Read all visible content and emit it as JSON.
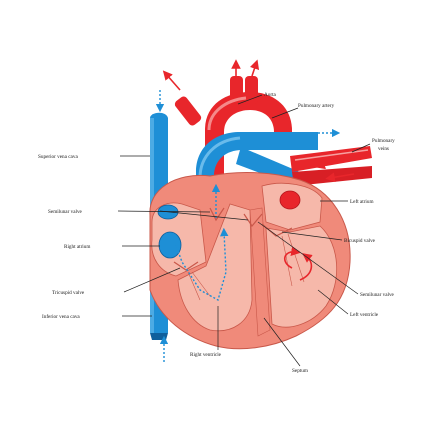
{
  "labels": {
    "aorta": "Aorta",
    "pulmonary_artery": "Pulmonary artery",
    "pulmonary_veins_line1": "Pulmonary",
    "pulmonary_veins_line2": "veins",
    "superior_vena_cava": "Superior vena cava",
    "left_atrium": "Left atrium",
    "semilunar_valve_left": "Semilunar valve",
    "bicuspid_valve": "Bicuspid valve",
    "right_atrium": "Right atrium",
    "tricuspid_valve": "Tricuspid valve",
    "semilunar_valve_right": "Semilunar valve",
    "inferior_vena_cava": "Inferior vena cava",
    "left_ventricle": "Left ventricle",
    "right_ventricle": "Right ventricle",
    "septum": "Septum"
  },
  "colors": {
    "oxygenated": "#e8262b",
    "oxygenated_dark": "#b3161c",
    "deoxygenated": "#1e8fd6",
    "deoxygenated_dark": "#0f5f9c",
    "muscle": "#f08a7a",
    "muscle_light": "#f6b8aa",
    "muscle_dark": "#c9584a",
    "flow_blue": "#1e8fd6",
    "flow_red": "#e8262b",
    "text": "#222222"
  }
}
